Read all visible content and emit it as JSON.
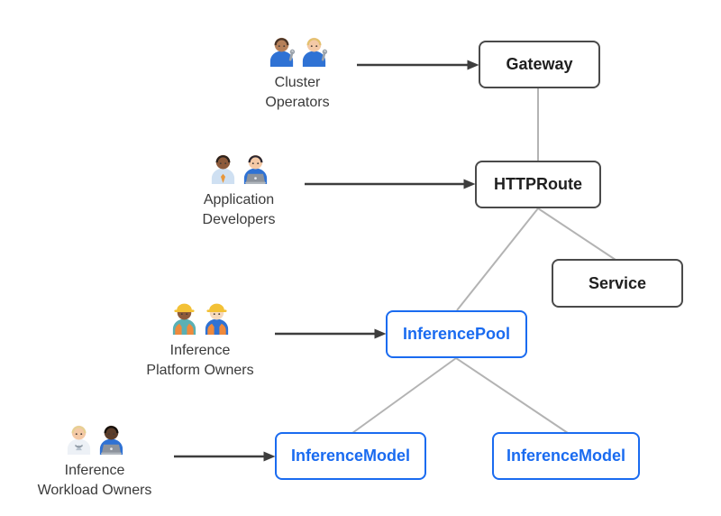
{
  "colors": {
    "background": "#ffffff",
    "node_border_dark": "#4a4a4a",
    "node_text_dark": "#1f1f1f",
    "node_accent_blue": "#1a6bf0",
    "connector_gray": "#b3b3b3",
    "arrow_dark": "#3d3d3d",
    "actor_label_text": "#3a3a3a"
  },
  "actors": [
    {
      "id": "cluster-operators",
      "label_lines": [
        "Cluster",
        "Operators"
      ],
      "icon": "mechanics-pair-icon",
      "figures": [
        {
          "skin": "#b5805a",
          "hair": "#473326",
          "shirt": "#2f72d4",
          "wrench": true
        },
        {
          "skin": "#f4c9a6",
          "hair": "#e3c16e",
          "shirt": "#2f72d4",
          "wrench": true
        }
      ]
    },
    {
      "id": "application-developers",
      "label_lines": [
        "Application",
        "Developers"
      ],
      "icon": "developers-pair-icon",
      "figures": [
        {
          "skin": "#8d5a3b",
          "hair": "#2a221c",
          "shirt": "#cfe0f2",
          "tie": "#e8973c"
        },
        {
          "skin": "#f4c9a6",
          "hair": "#2a2630",
          "shirt": "#2f72d4",
          "laptop": true
        }
      ]
    },
    {
      "id": "inference-platform-owners",
      "label_lines": [
        "Inference",
        "Platform Owners"
      ],
      "icon": "construction-workers-pair-icon",
      "figures": [
        {
          "skin": "#8d5a3b",
          "hair": "#2a221c",
          "hat": "#f3c136",
          "shirt": "#5ab0b4",
          "vest": "#ef8a3c"
        },
        {
          "skin": "#f6d9bd",
          "hat": "#f3c136",
          "shirt": "#2f72d4",
          "vest": "#ef8a3c"
        }
      ]
    },
    {
      "id": "inference-workload-owners",
      "label_lines": [
        "Inference",
        "Workload Owners"
      ],
      "icon": "workload-owners-pair-icon",
      "figures": [
        {
          "skin": "#f4c9a6",
          "hair": "#e6d193",
          "coat": "#edf1f6"
        },
        {
          "skin": "#5b3d2a",
          "hair": "#14100c",
          "shirt": "#2f72d4",
          "laptop": true
        }
      ]
    }
  ],
  "nodes": [
    {
      "id": "gateway",
      "label": "Gateway",
      "variant": "dark"
    },
    {
      "id": "httproute",
      "label": "HTTPRoute",
      "variant": "dark"
    },
    {
      "id": "service",
      "label": "Service",
      "variant": "dark"
    },
    {
      "id": "inference-pool",
      "label": "InferencePool",
      "variant": "blue"
    },
    {
      "id": "inference-model-left",
      "label": "InferenceModel",
      "variant": "blue"
    },
    {
      "id": "inference-model-right",
      "label": "InferenceModel",
      "variant": "blue"
    }
  ],
  "edges": [
    {
      "from": "gateway",
      "to": "httproute",
      "style": "gray-line"
    },
    {
      "from": "httproute",
      "to": "inference-pool",
      "style": "gray-line"
    },
    {
      "from": "httproute",
      "to": "service",
      "style": "gray-line"
    },
    {
      "from": "inference-pool",
      "to": "inference-model-left",
      "style": "gray-line"
    },
    {
      "from": "inference-pool",
      "to": "inference-model-right",
      "style": "gray-line"
    }
  ],
  "actor_arrows": [
    {
      "from": "cluster-operators",
      "to": "gateway"
    },
    {
      "from": "application-developers",
      "to": "httproute"
    },
    {
      "from": "inference-platform-owners",
      "to": "inference-pool"
    },
    {
      "from": "inference-workload-owners",
      "to": "inference-model-left"
    }
  ]
}
